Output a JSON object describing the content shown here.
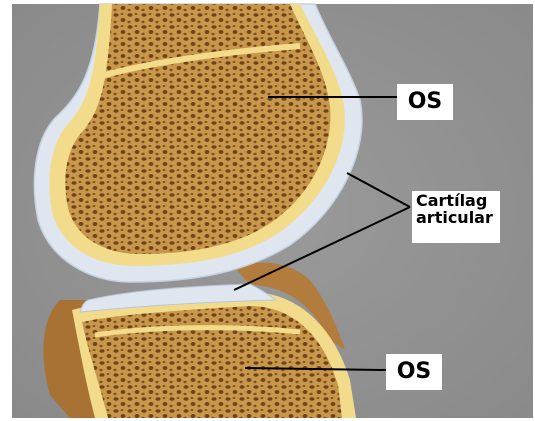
{
  "labels": {
    "os_top": "OS",
    "cartilage_line1": "Cartílag",
    "cartilage_line2": "articular",
    "os_bottom": "OS"
  },
  "colors": {
    "background": "#8f8f8f",
    "cartilage": "#dfe6ef",
    "bone_rim": "#f2dc8c",
    "spongy_bone": "#c8974b",
    "marrow_spaces": "#6e4418",
    "periosteum": "#b07a3a",
    "pointer_line": "#000000",
    "label_box": "#ffffff"
  }
}
